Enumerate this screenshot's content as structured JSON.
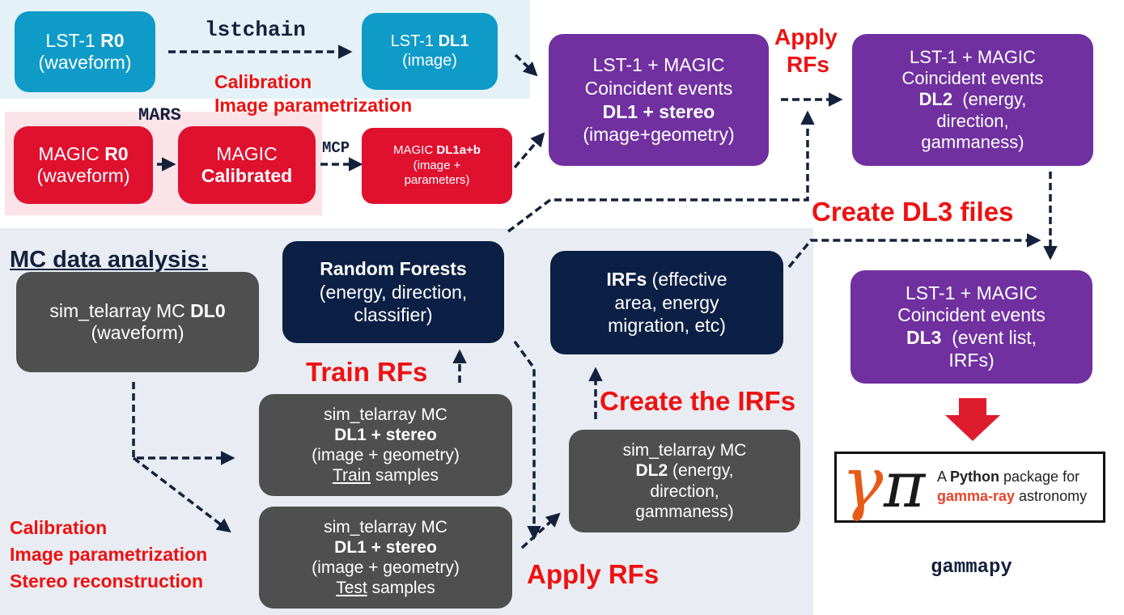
{
  "lst_row": {
    "r0": {
      "prefix": "LST-1 ",
      "bold": "R0",
      "line2": "(waveform)"
    },
    "tool": "lstchain",
    "dl1": {
      "prefix": "LST-1 ",
      "bold": "DL1",
      "line2": "(image)"
    },
    "steps": [
      "Calibration",
      "Image parametrization"
    ]
  },
  "magic_row": {
    "tool": "MARS",
    "r0": {
      "prefix": "MAGIC ",
      "bold": "R0",
      "line2": "(waveform)"
    },
    "calibrated": {
      "line1": "MAGIC",
      "bold": "Calibrated"
    },
    "mcp": "MCP",
    "dl1": {
      "prefix": "MAGIC ",
      "bold": "DL1a+b",
      "line2": "(image +",
      "line3": "parameters)"
    }
  },
  "coincident_dl1": {
    "line1": "LST-1 + MAGIC",
    "line2": "Coincident events",
    "bold": "DL1 + stereo",
    "line4": "(image+geometry)"
  },
  "apply_rfs_top": [
    "Apply",
    "RFs"
  ],
  "coincident_dl2": {
    "line1": "LST-1 + MAGIC",
    "line2": "Coincident events",
    "bold": "DL2",
    "line3_rest": "  (energy,",
    "line4": "direction,",
    "line5": "gammaness)"
  },
  "create_dl3": "Create DL3 files",
  "coincident_dl3": {
    "line1": "LST-1 + MAGIC",
    "line2": "Coincident events",
    "bold": "DL3",
    "line3_rest": "  (event list,",
    "line4": "IRFs)"
  },
  "gammapy": {
    "symbols": [
      "γ",
      "π"
    ],
    "tagline_a": "A ",
    "tagline_bold": "Python",
    "tagline_b": " package for",
    "tagline_red": "gamma-ray",
    "tagline_c": " astronomy",
    "name": "gammapy"
  },
  "mc": {
    "title": "MC data analysis:",
    "dl0": {
      "text": "sim_telarray MC ",
      "bold": "DL0",
      "line2": "(waveform)"
    },
    "random_forests": {
      "bold": "Random Forests",
      "line2": "(energy, direction,",
      "line3": "classifier)"
    },
    "irfs": {
      "bold": "IRFs",
      "line1_rest": " (effective",
      "line2": "area, energy",
      "line3": "migration, etc)"
    },
    "train_rfs": "Train RFs",
    "create_irfs": "Create the IRFs",
    "train_box": {
      "line1": "sim_telarray MC",
      "bold": "DL1 + stereo",
      "line3": "(image + geometry)",
      "u": "Train",
      "rest": " samples"
    },
    "test_box": {
      "line1": "sim_telarray MC",
      "bold": "DL1 + stereo",
      "line3": "(image + geometry)",
      "u": "Test",
      "rest": " samples"
    },
    "dl2_box": {
      "line1": "sim_telarray MC",
      "bold": "DL2",
      "line2_rest": " (energy,",
      "line3": "direction,",
      "line4": "gammaness)"
    },
    "steps": [
      "Calibration",
      "Image parametrization",
      "Stereo reconstruction"
    ],
    "apply_rfs": "Apply RFs"
  },
  "colors": {
    "lst": "#0e9bc8",
    "magic": "#e0102f",
    "coincident": "#7030a0",
    "models": "#0c1f45",
    "mc_box": "#4f4f4f",
    "label_red": "#ee1111",
    "arrow": "#14213d",
    "lst_band": "#e4f2f8",
    "magic_band": "#fbe3e7",
    "mc_band": "#e9ecf2"
  },
  "icons": {
    "arrow_down_big": "red-block-down-arrow",
    "arrow_dashed": "dashed-arrow"
  }
}
